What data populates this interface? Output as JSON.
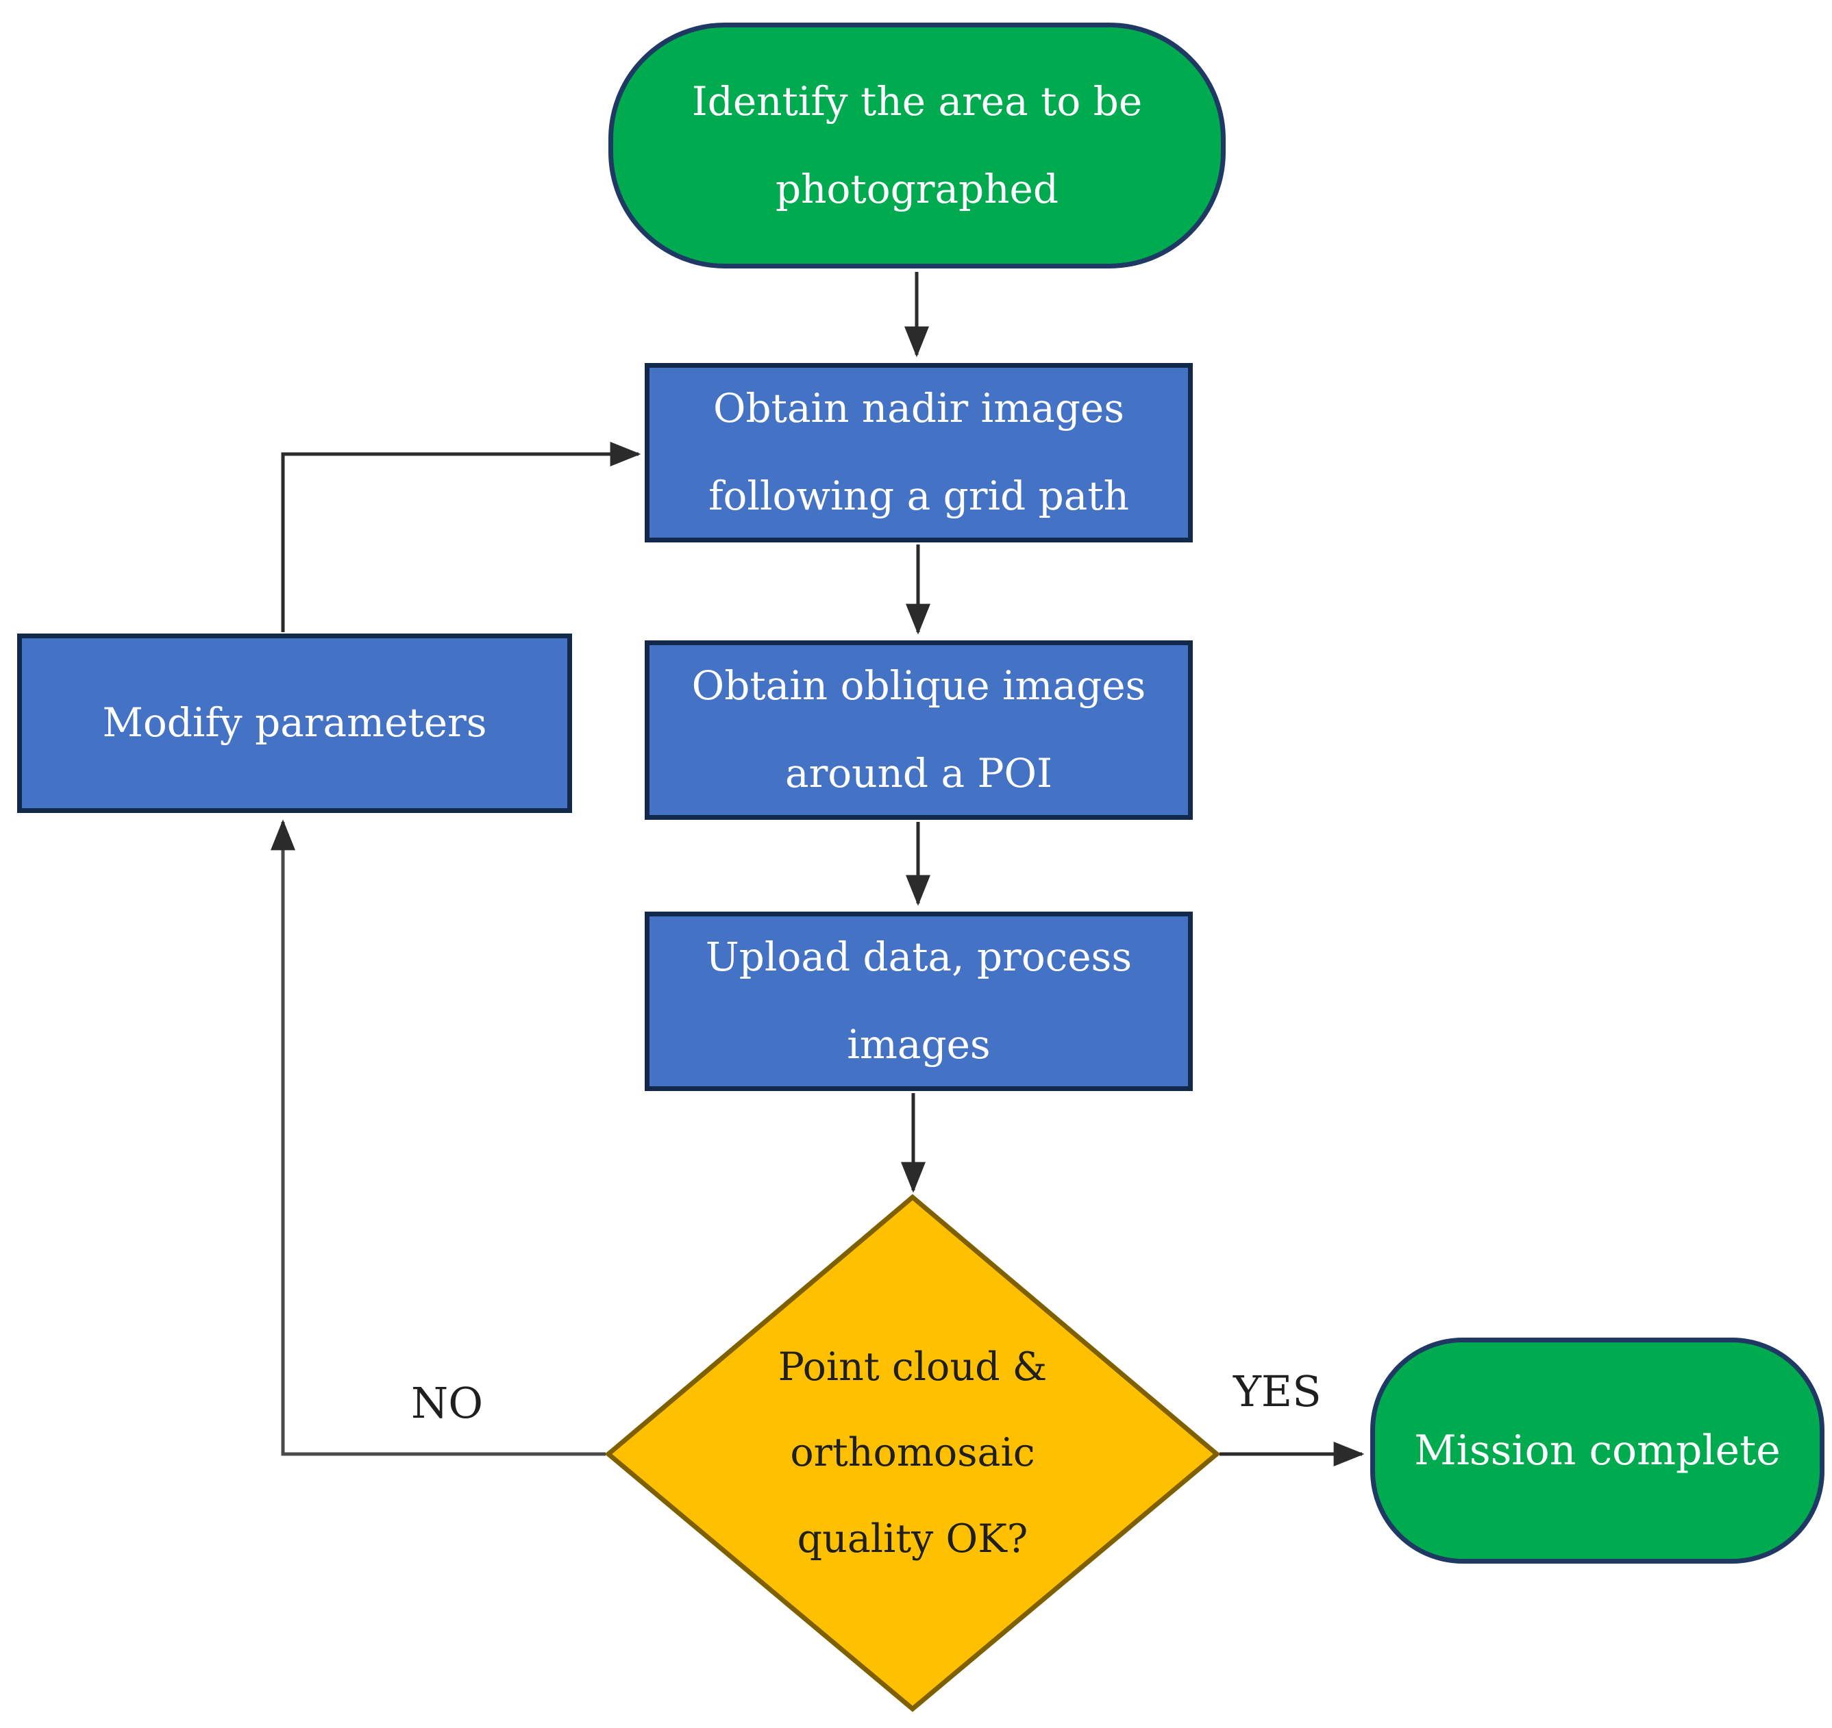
{
  "diagram_type": "flowchart",
  "colors": {
    "terminator_fill": "#00AB50",
    "terminator_border": "#1F3864",
    "process_fill": "#4472C4",
    "process_border": "#13294B",
    "decision_fill": "#FFC000",
    "decision_border": "#7F6000",
    "arrow": "#2B2B2B",
    "text_on_color": "#FFFFFF",
    "text_on_gold": "#1F1F1F"
  },
  "nodes": {
    "start": {
      "type": "terminator",
      "lines": [
        "Identify the area to be",
        "photographed"
      ]
    },
    "obtain_nadir": {
      "type": "process",
      "lines": [
        "Obtain nadir images",
        "following a grid path"
      ]
    },
    "obtain_oblique": {
      "type": "process",
      "lines": [
        "Obtain oblique images",
        "around a POI"
      ]
    },
    "upload_process": {
      "type": "process",
      "lines": [
        "Upload data, process",
        "images"
      ]
    },
    "modify_parameters": {
      "type": "process",
      "lines": [
        "Modify parameters"
      ]
    },
    "decision": {
      "type": "decision",
      "lines": [
        "Point cloud &",
        "orthomosaic",
        "quality OK?"
      ]
    },
    "mission_complete": {
      "type": "terminator",
      "lines": [
        "Mission complete"
      ]
    }
  },
  "edges": {
    "yes_label": "YES",
    "no_label": "NO"
  }
}
